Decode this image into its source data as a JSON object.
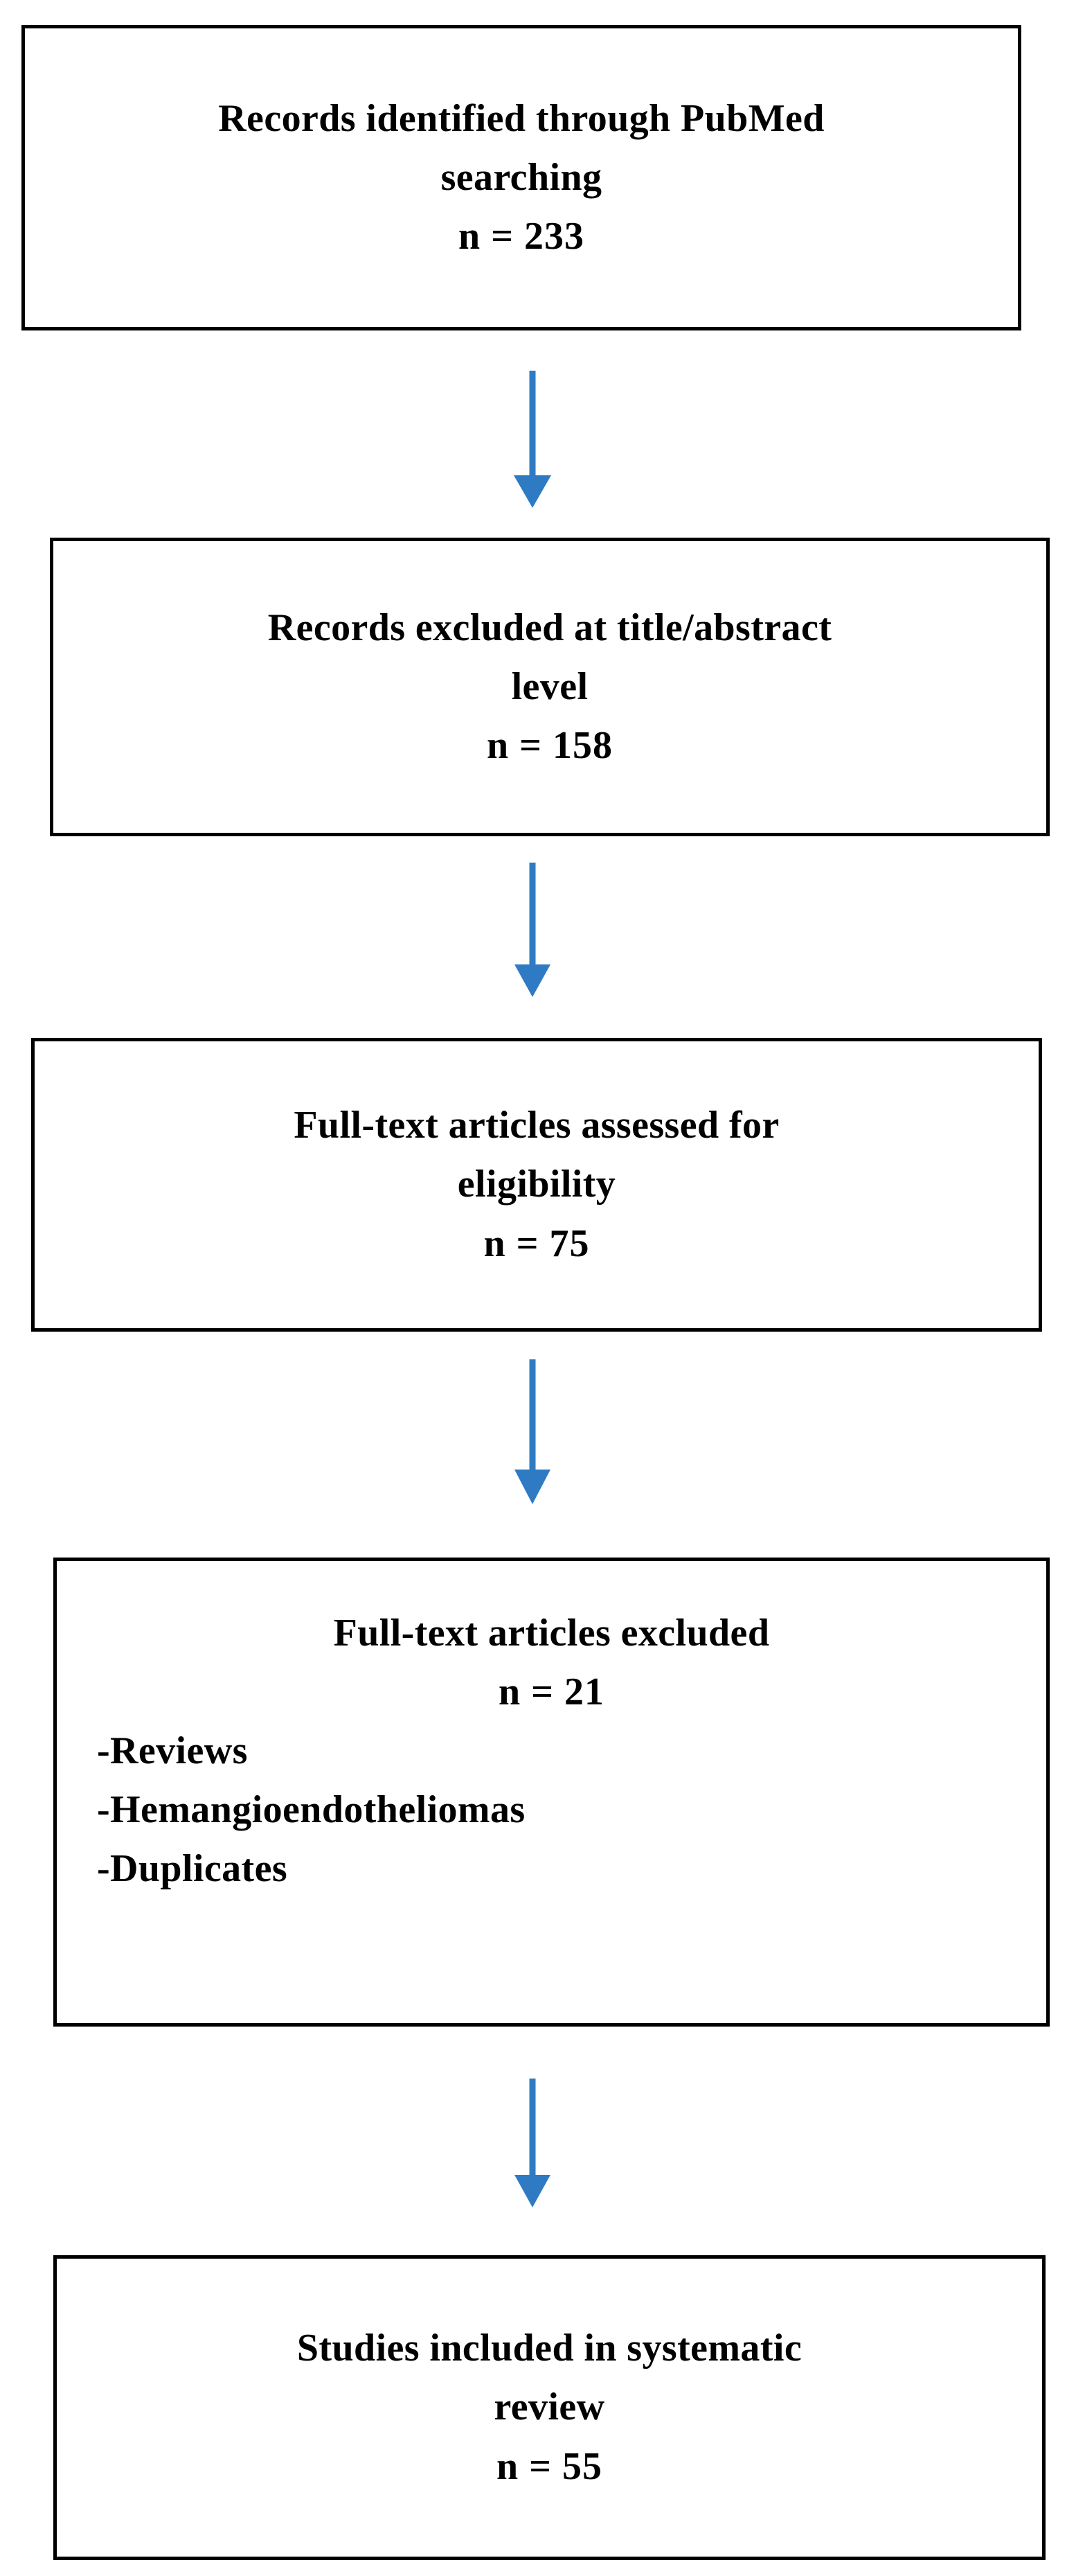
{
  "diagram": {
    "title": "PRISMA study selection flow diagram",
    "arrow_color": "#2E7BC4",
    "box_border_color": "#000000",
    "background_color": "#FFFFFF",
    "arrow_icon_name": "down-arrow-icon",
    "boxes": [
      {
        "id": "records-identified",
        "lines": [
          "Records identified through PubMed",
          "searching"
        ],
        "count_label": "n = 233"
      },
      {
        "id": "records-excluded",
        "lines": [
          "Records excluded at title/abstract",
          "level"
        ],
        "count_label": "n = 158"
      },
      {
        "id": "fulltext-assessed",
        "lines": [
          "Full-text articles assessed for",
          "eligibility"
        ],
        "count_label": "n = 75"
      },
      {
        "id": "fulltext-excluded",
        "lines": [
          "Full-text articles excluded"
        ],
        "count_label": "n = 21",
        "bullets": [
          "-Reviews",
          "-Hemangioendotheliomas",
          "-Duplicates"
        ]
      },
      {
        "id": "studies-included",
        "lines": [
          "Studies included  in systematic",
          "review"
        ],
        "count_label": "n = 55"
      }
    ]
  }
}
